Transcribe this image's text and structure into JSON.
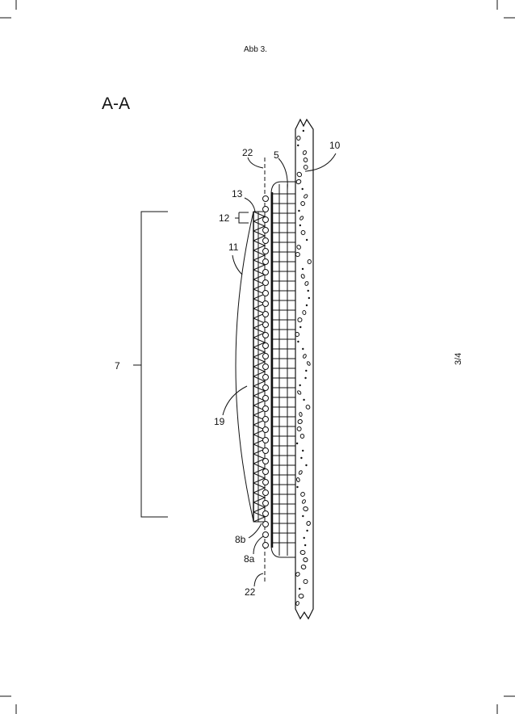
{
  "header": {
    "figure_title": "Abb 3.",
    "section_label": "A-A",
    "sheet_number": "3/4"
  },
  "labels": {
    "l22_top": "22",
    "l5": "5",
    "l10": "10",
    "l13": "13",
    "l12": "12",
    "l11": "11",
    "l7": "7",
    "l19": "19",
    "l8b": "8b",
    "l8a": "8a",
    "l22_bottom": "22"
  },
  "colors": {
    "ink": "#111111",
    "paper": "#ffffff"
  }
}
